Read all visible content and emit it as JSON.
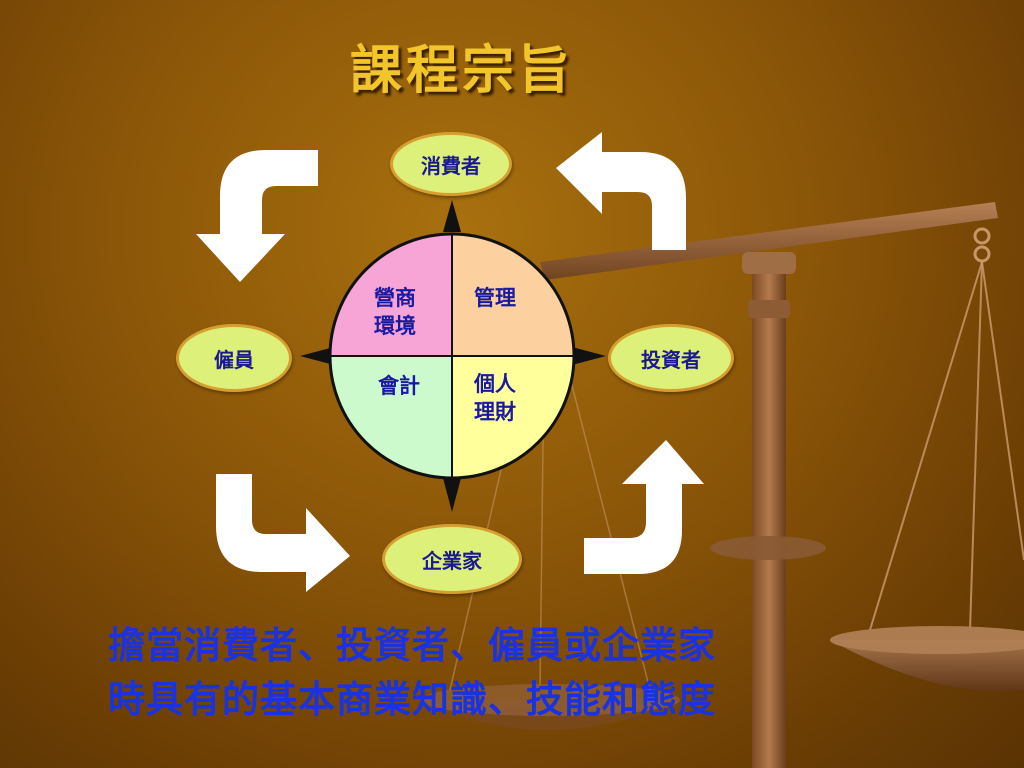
{
  "slide": {
    "title": "課程宗旨",
    "nodes": {
      "top": "消費者",
      "left": "僱員",
      "right": "投資者",
      "bottom": "企業家"
    },
    "quadrants": {
      "top_left": {
        "line1": "營商",
        "line2": "環境",
        "color": "#f7a4d6"
      },
      "top_right": {
        "line1": "管理",
        "line2": "",
        "color": "#fdd0a0"
      },
      "bottom_left": {
        "line1": "會計",
        "line2": "",
        "color": "#cdfacd"
      },
      "bottom_right": {
        "line1": "個人",
        "line2": "理財",
        "color": "#ffff9c"
      }
    },
    "caption": {
      "line1": "擔當消費者、投資者、僱員或企業家",
      "line2": "時具有的基本商業知識、技能和態度"
    },
    "colors": {
      "title": "#f2c52a",
      "node_fill": "#ddf07a",
      "caption": "#1a32e0",
      "label": "#1a1aa0"
    }
  }
}
